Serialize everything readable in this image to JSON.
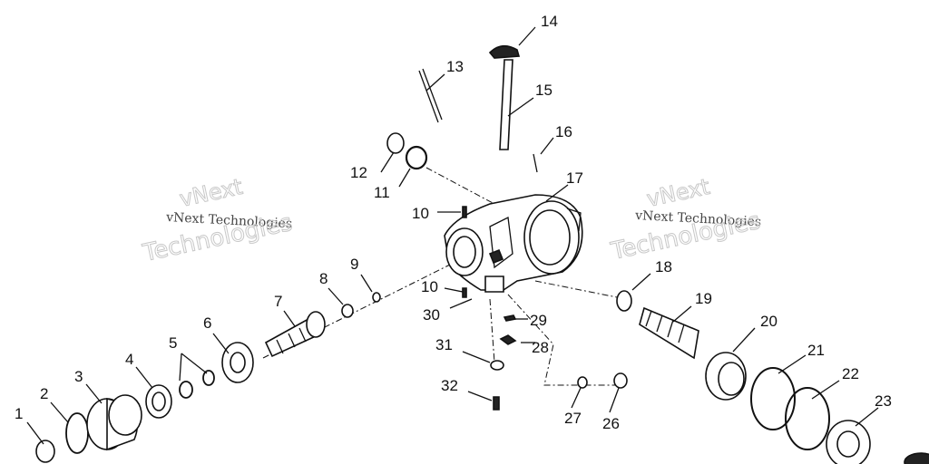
{
  "watermarks": [
    {
      "line1": "vNext",
      "line2": "vNext Technologies",
      "line3": "Technologies"
    },
    {
      "line1": "vNext",
      "line2": "vNext Technologies",
      "line3": "Technologies"
    }
  ],
  "callouts": [
    "1",
    "2",
    "3",
    "4",
    "5",
    "6",
    "7",
    "8",
    "9",
    "10",
    "10",
    "11",
    "12",
    "13",
    "14",
    "15",
    "16",
    "17",
    "18",
    "19",
    "20",
    "21",
    "22",
    "23",
    "26",
    "27",
    "28",
    "29",
    "30",
    "31",
    "32"
  ]
}
